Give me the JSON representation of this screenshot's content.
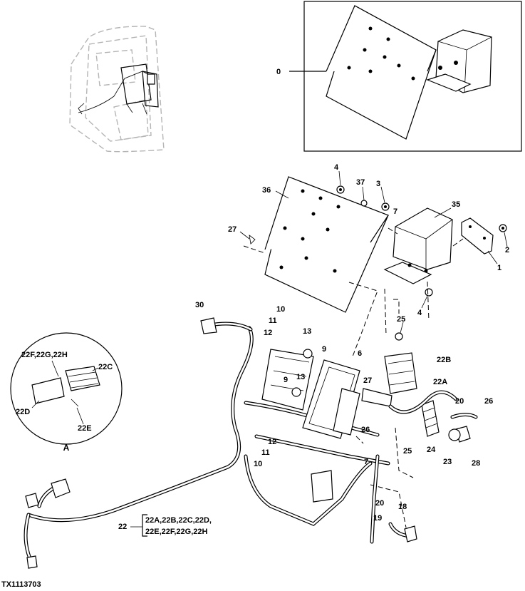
{
  "figure_id": "TX1113703",
  "inset_label": "A",
  "callouts": {
    "c0": "0",
    "c1": "1",
    "c2": "2",
    "c3": "3",
    "c4a": "4",
    "c4b": "4",
    "c6": "6",
    "c7a": "7",
    "c7b": "7",
    "c9a": "9",
    "c9b": "9",
    "c10a": "10",
    "c10b": "10",
    "c11a": "11",
    "c11b": "11",
    "c12a": "12",
    "c12b": "12",
    "c13a": "13",
    "c13b": "13",
    "c18": "18",
    "c19": "19",
    "c20a": "20",
    "c20b": "20",
    "c22": "22",
    "c22A": "22A",
    "c22B": "22B",
    "c22C": "22C",
    "c22D": "22D",
    "c22E": "22E",
    "c22FGH": "22F,22G,22H",
    "c23": "23",
    "c24": "24",
    "c25a": "25",
    "c25b": "25",
    "c26a": "26",
    "c26b": "26",
    "c27a": "27",
    "c27b": "27",
    "c28": "28",
    "c30": "30",
    "c35": "35",
    "c36": "36",
    "c37": "37"
  },
  "kit_list": {
    "line1": "22A,22B,22C,22D,",
    "line2": "22E,22F,22G,22H"
  }
}
